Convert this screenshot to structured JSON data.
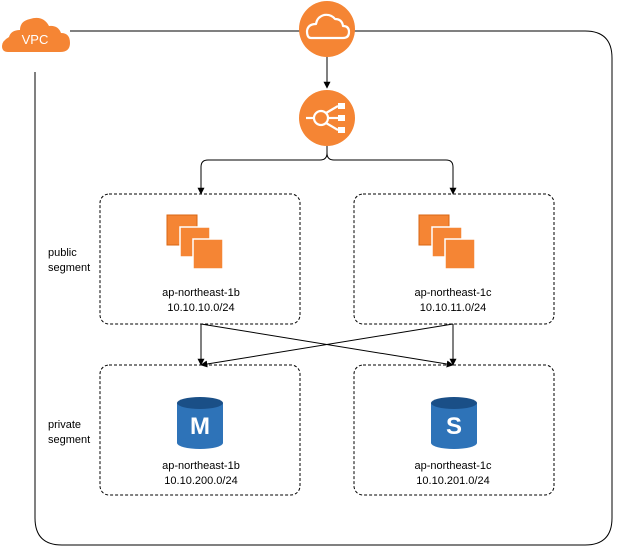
{
  "vpc": {
    "label": "VPC"
  },
  "icons": {
    "internet": "cloud-icon",
    "load_balancer": "load-balancer-icon",
    "instances": "ec2-instances-icon",
    "database": "rds-database-icon"
  },
  "segments": {
    "public": {
      "label_line1": "public",
      "label_line2": "segment"
    },
    "private": {
      "label_line1": "private",
      "label_line2": "segment"
    }
  },
  "subnets": {
    "public_1b": {
      "az": "ap-northeast-1b",
      "cidr": "10.10.10.0/24"
    },
    "public_1c": {
      "az": "ap-northeast-1c",
      "cidr": "10.10.11.0/24"
    },
    "private_1b": {
      "az": "ap-northeast-1b",
      "cidr": "10.10.200.0/24",
      "db_letter": "M"
    },
    "private_1c": {
      "az": "ap-northeast-1c",
      "cidr": "10.10.201.0/24",
      "db_letter": "S"
    }
  },
  "colors": {
    "aws_orange": "#f58534",
    "aws_orange_dark": "#d86613",
    "db_blue": "#2e73b8",
    "db_blue_dark": "#1a4f87",
    "line": "#000000"
  }
}
